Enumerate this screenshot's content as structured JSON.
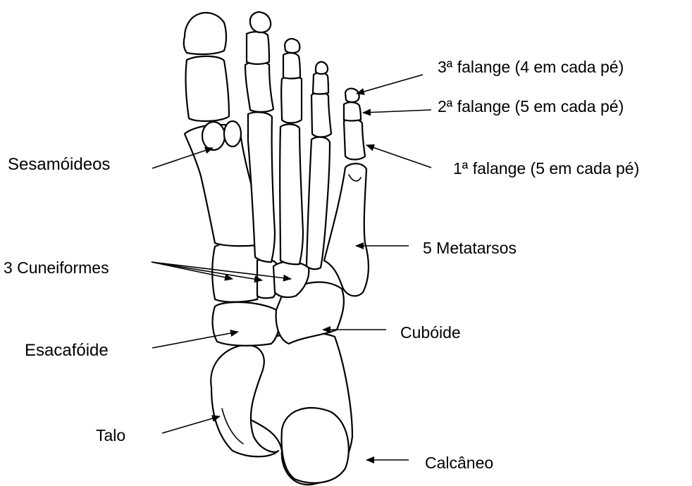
{
  "labels": {
    "phalanx3": "3ª falange (4 em cada pé)",
    "phalanx2": "2ª falange (5 em cada pé)",
    "phalanx1": "1ª falange (5 em cada pé)",
    "sesamoids": "Sesamóideos",
    "metatarsals": "5 Metatarsos",
    "cuneiforms": "3 Cuneiformes",
    "cuboid": "Cubóide",
    "navicular": "Esacafóide",
    "talus": "Talo",
    "calcaneus": "Calcâneo"
  },
  "colors": {
    "ink": "#000000",
    "background": "#ffffff"
  }
}
